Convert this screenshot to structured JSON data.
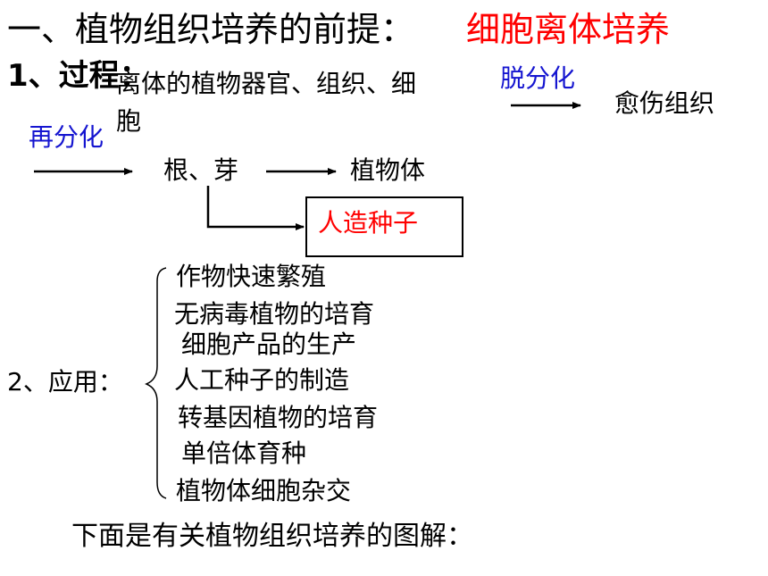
{
  "title": {
    "prefix": "一、植物组织培养的前提：",
    "highlight": "细胞离体培养"
  },
  "process": {
    "label": "1、过程：",
    "explant_line1": "离体的植物器官、组织、细",
    "explant_line2": "胞",
    "dedifferentiation": "脱分化",
    "callus": "愈伤组织",
    "redifferentiation": "再分化",
    "root_bud": "根、芽",
    "plantlet": "植物体",
    "artificial_seed": "人造种子"
  },
  "applications": {
    "label": "2、应用：",
    "items": [
      "作物快速繁殖",
      "无病毒植物的培育",
      "细胞产品的生产",
      "人工种子的制造",
      "转基因植物的培育",
      "单倍体育种",
      "植物体细胞杂交"
    ]
  },
  "footer": "下面是有关植物组织培养的图解：",
  "colors": {
    "highlight": "#ff0000",
    "step_label": "#1515d0",
    "text": "#000000"
  }
}
